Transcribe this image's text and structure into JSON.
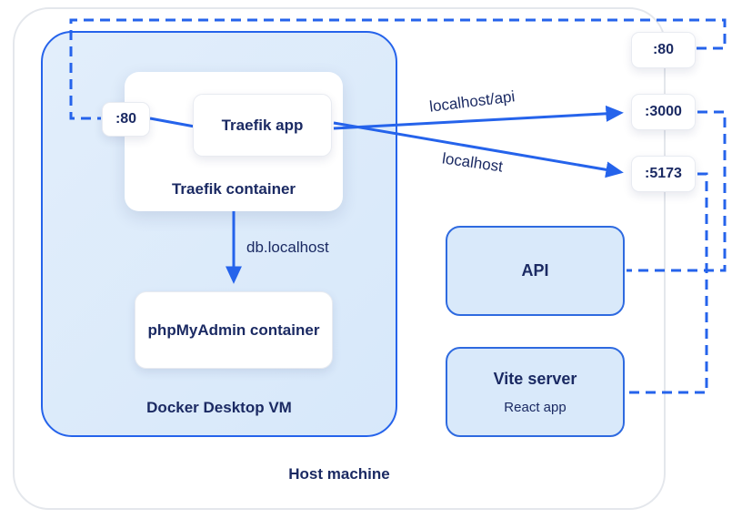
{
  "host": {
    "label": "Host machine",
    "port": ":80"
  },
  "vm": {
    "label": "Docker Desktop VM"
  },
  "traefik": {
    "container_label": "Traefik container",
    "app_label": "Traefik app",
    "vm_port": ":80"
  },
  "phpmyadmin": {
    "label": "phpMyAdmin container"
  },
  "api": {
    "label": "API",
    "port": ":3000"
  },
  "vite": {
    "title": "Vite server",
    "subtitle": "React app",
    "port": ":5173"
  },
  "routes": {
    "api": "localhost/api",
    "root": "localhost",
    "db": "db.localhost"
  },
  "colors": {
    "accent_blue": "#2563eb",
    "navy_text": "#1b2a63",
    "vm_fill": "#dbeafe",
    "blue_card_fill": "#d9e9fa",
    "host_border": "#e4e7ec"
  }
}
